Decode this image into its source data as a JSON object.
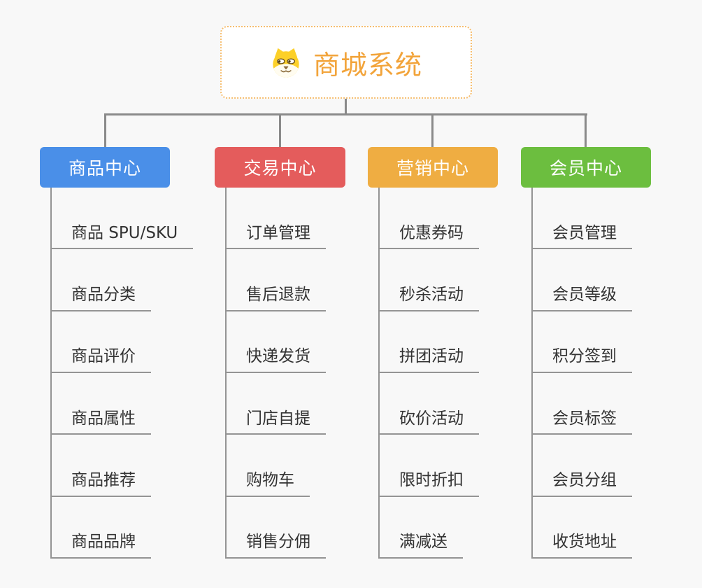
{
  "root": {
    "title": "商城系统",
    "icon": "doge-icon",
    "accent_text_color": "#f2a43b",
    "border_color": "#f6be70"
  },
  "branches": [
    {
      "label": "商品中心",
      "color": "#4a8fe8",
      "items": [
        "商品 SPU/SKU",
        "商品分类",
        "商品评价",
        "商品属性",
        "商品推荐",
        "商品品牌"
      ]
    },
    {
      "label": "交易中心",
      "color": "#e45c5c",
      "items": [
        "订单管理",
        "售后退款",
        "快递发货",
        "门店自提",
        "购物车",
        "销售分佣"
      ]
    },
    {
      "label": "营销中心",
      "color": "#efad42",
      "items": [
        "优惠券码",
        "秒杀活动",
        "拼团活动",
        "砍价活动",
        "限时折扣",
        "满减送"
      ]
    },
    {
      "label": "会员中心",
      "color": "#6cbe3f",
      "items": [
        "会员管理",
        "会员等级",
        "积分签到",
        "会员标签",
        "会员分组",
        "收货地址"
      ]
    }
  ],
  "colors": {
    "bg": "#f8f8f8",
    "connector": "#8a8a8a",
    "leaf_line": "#949494",
    "leaf_text": "#333333",
    "root_border": "#f6be70",
    "root_text": "#f2a43b"
  }
}
